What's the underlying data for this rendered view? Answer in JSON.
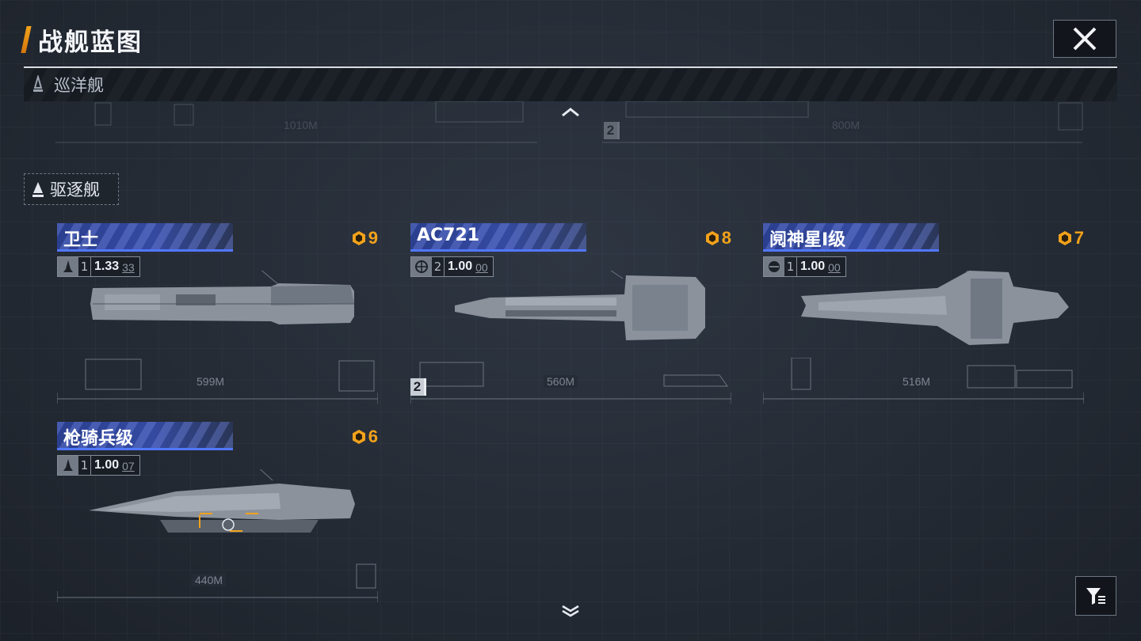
{
  "header": {
    "title": "战舰蓝图"
  },
  "cruiser_section": {
    "label": "巡洋舰",
    "faded": [
      {
        "length": "1010M"
      },
      {
        "length": "800M",
        "badge": "2"
      }
    ]
  },
  "destroyer_section": {
    "label": "驱逐舰"
  },
  "cards": [
    {
      "name": "卫士",
      "rarity": "9",
      "level": "1",
      "value": "1.33",
      "sub": "33",
      "length": "599M",
      "class_icon": "fighter-icon"
    },
    {
      "name": "AC721",
      "rarity": "8",
      "level": "2",
      "value": "1.00",
      "sub": "00",
      "length": "560M",
      "class_icon": "globe-icon",
      "badge": "2"
    },
    {
      "name": "阋神星Ⅰ级",
      "rarity": "7",
      "level": "1",
      "value": "1.00",
      "sub": "00",
      "length": "516M",
      "class_icon": "faction-icon"
    },
    {
      "name": "枪骑兵级",
      "rarity": "6",
      "level": "1",
      "value": "1.00",
      "sub": "07",
      "length": "440M",
      "class_icon": "fighter-icon"
    }
  ],
  "colors": {
    "accent": "#f2a21b",
    "name_bar": "#344aa0",
    "name_bar_edge": "#5277ff"
  }
}
